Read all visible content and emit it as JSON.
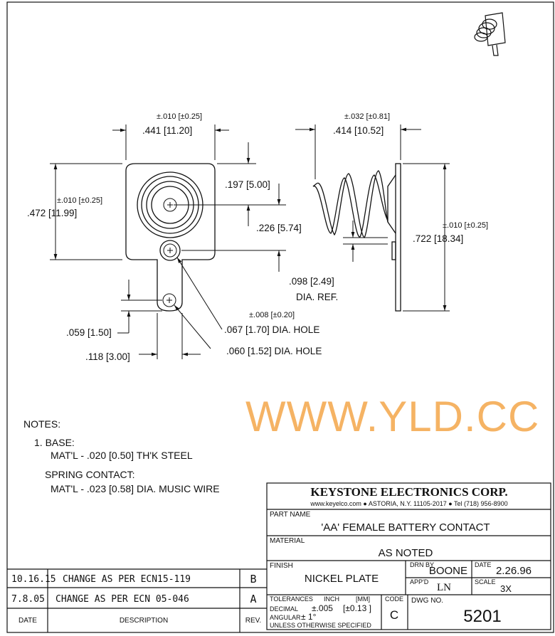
{
  "dimensions": {
    "width_tol": "±.010 [±0.25]",
    "width": ".441 [11.20]",
    "height_tol": "±.010 [±0.25]",
    "height": ".472 [11.99]",
    "top_offset": ".197 [5.00]",
    "hole_offset": ".226 [5.74]",
    "tab_bottom": ".059 [1.50]",
    "tab_width": ".118 [3.00]",
    "hole1_tol": "±.008 [±0.20]",
    "hole1": ".067 [1.70] DIA. HOLE",
    "hole2": ".060 [1.52] DIA. HOLE",
    "spring_tol": "±.032 [±0.81]",
    "spring_length": ".414 [10.52]",
    "side_tol": "±.010 [±0.25]",
    "side_height": ".722 [18.34]",
    "wire_dia": ".098 [2.49]",
    "wire_ref": "DIA. REF."
  },
  "notes": {
    "title": "NOTES:",
    "base": "1. BASE:",
    "base_mat": "MAT'L - .020 [0.50] TH'K STEEL",
    "spring": "SPRING CONTACT:",
    "spring_mat": "MAT'L - .023 [0.58] DIA. MUSIC WIRE"
  },
  "watermark": "WWW.YLD.CC",
  "title_block": {
    "company": "KEYSTONE ELECTRONICS CORP.",
    "contact": "www.keyelco.com ● ASTORIA, N.Y. 11105-2017 ● Tel (718) 956-8900",
    "part_name_label": "PART NAME",
    "part_name": "'AA' FEMALE BATTERY CONTACT",
    "material_label": "MATERIAL",
    "material": "AS NOTED",
    "finish_label": "FINISH",
    "finish": "NICKEL PLATE",
    "drn_label": "DRN BY",
    "drn": "BOONE",
    "date_label": "DATE",
    "date": "2.26.96",
    "appd_label": "APP'D",
    "appd": "LN",
    "scale_label": "SCALE",
    "scale": "3X",
    "tolerances_label": "TOLERANCES",
    "inch_label": "INCH",
    "mm_label": "[MM]",
    "code_label": "CODE",
    "decimal_label": "DECIMAL",
    "decimal_value": "±.005",
    "decimal_mm": "[±0.13 ]",
    "angular_label": "ANGULAR",
    "angular_value": "± 1°",
    "unless": "UNLESS OTHERWISE SPECIFIED",
    "code": "C",
    "dwg_label": "DWG NO.",
    "dwg": "5201"
  },
  "revisions": [
    {
      "date": "10.16.15",
      "description": "CHANGE AS PER ECN15-119",
      "rev": "B"
    },
    {
      "date": "7.8.05",
      "description": "CHANGE AS PER ECN 05-046",
      "rev": "A"
    }
  ],
  "revision_headers": {
    "date": "DATE",
    "description": "DESCRIPTION",
    "rev": "REV."
  }
}
